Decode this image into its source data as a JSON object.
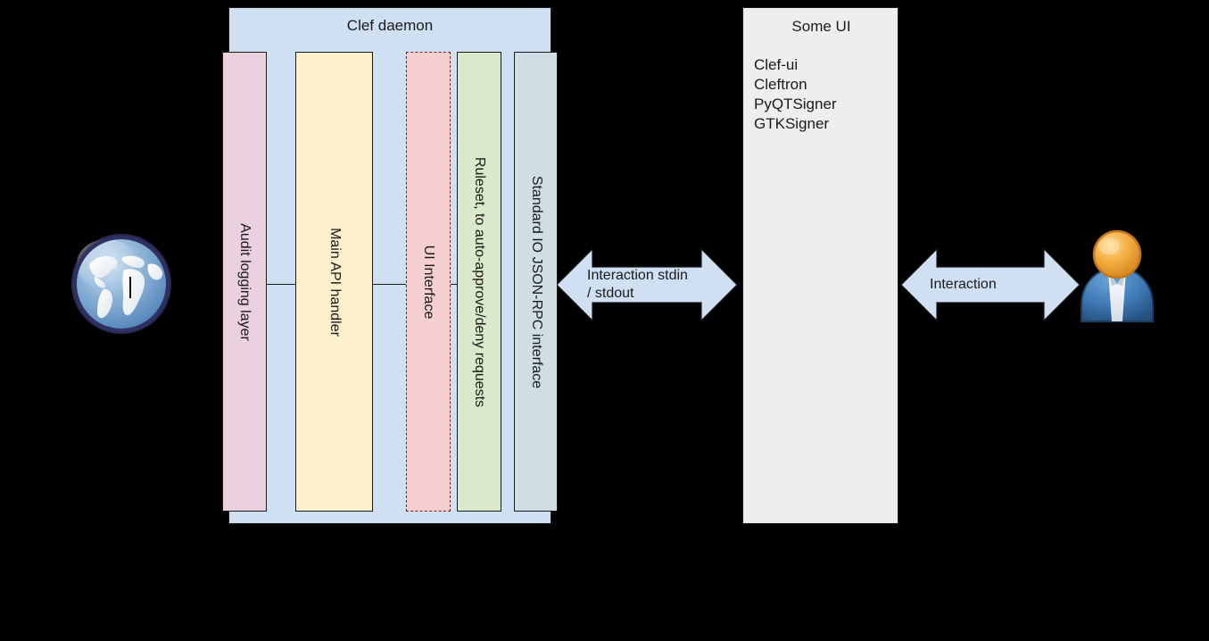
{
  "diagram": {
    "background_color": "#000000",
    "daemon": {
      "title": "Clef daemon",
      "fill": "#cfe0f3",
      "columns": [
        {
          "label": "Audit logging layer",
          "fill": "#ebd1de",
          "border": "solid"
        },
        {
          "label": "Main API handler",
          "fill": "#fdf0cd",
          "border": "solid"
        },
        {
          "label": "UI Interface",
          "fill": "#f6cfd1",
          "border": "dashed"
        },
        {
          "label": "Ruleset, to auto-approve/deny requests",
          "fill": "#d9e9c9",
          "border": "solid"
        },
        {
          "label": "Standard IO JSON-RPC interface",
          "fill": "#cfdde4",
          "border": "solid"
        }
      ]
    },
    "some_ui": {
      "title": "Some UI",
      "fill": "#eeeeee",
      "items": [
        "Clef-ui",
        "Cleftron",
        "PyQTSigner",
        "GTKSigner"
      ]
    },
    "arrows": [
      {
        "name": "stdio-arrow",
        "label_line1": "Interaction stdin",
        "label_line2": "/ stdout",
        "fill": "#cfe0f3"
      },
      {
        "name": "interaction-arrow",
        "label_line1": "Interaction",
        "label_line2": "",
        "fill": "#cfe0f3"
      }
    ],
    "icons": [
      {
        "name": "globe-icon",
        "meaning": "world / external network"
      },
      {
        "name": "user-icon",
        "meaning": "human user"
      }
    ]
  }
}
